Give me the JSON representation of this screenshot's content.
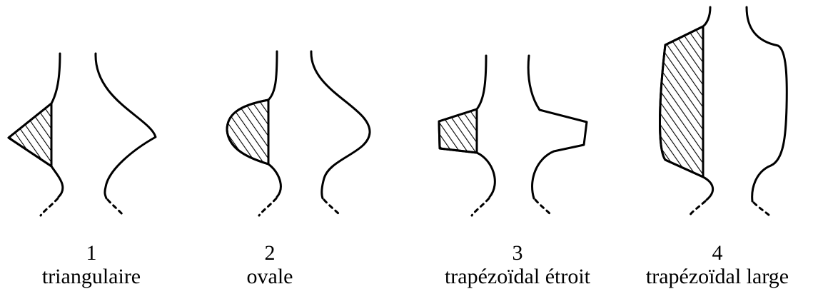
{
  "figure": {
    "profiles": [
      {
        "number": "1",
        "shape": "triangulaire"
      },
      {
        "number": "2",
        "shape": "ovale"
      },
      {
        "number": "3",
        "shape": "trapézoïdal étroit"
      },
      {
        "number": "4",
        "shape": "trapézoïdal large"
      }
    ],
    "colors": {
      "line": "#000000",
      "background": "#ffffff"
    }
  }
}
